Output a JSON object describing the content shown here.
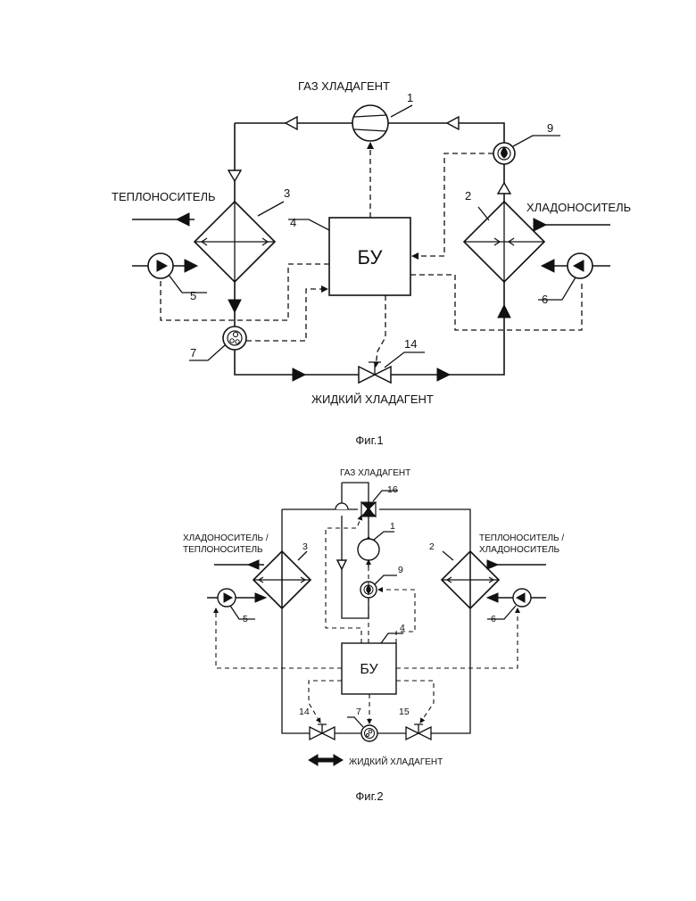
{
  "fig1": {
    "gas_label": "ГАЗ ХЛАДАГЕНТ",
    "liquid_label": "ЖИДКИЙ  ХЛАДАГЕНТ",
    "left_medium_label": "ТЕПЛОНОСИТЕЛЬ",
    "right_medium_label": "ХЛАДОНОСИТЕЛЬ",
    "control_unit_label": "БУ",
    "callouts": [
      "1",
      "2",
      "3",
      "4",
      "5",
      "6",
      "7",
      "9",
      "14"
    ],
    "caption": "Фиг.1"
  },
  "fig2": {
    "gas_label": "ГАЗ ХЛАДАГЕНТ",
    "liquid_label": "ЖИДКИЙ  ХЛАДАГЕНТ",
    "left_medium_line1": "ХЛАДОНОСИТЕЛЬ /",
    "left_medium_line2": "ТЕПЛОНОСИТЕЛЬ",
    "right_medium_line1": "ТЕПЛОНОСИТЕЛЬ /",
    "right_medium_line2": "ХЛАДОНОСИТЕЛЬ",
    "control_unit_label": "БУ",
    "callouts": [
      "1",
      "2",
      "3",
      "4",
      "5",
      "6",
      "7",
      "9",
      "14",
      "15",
      "16"
    ],
    "caption": "Фиг.2"
  }
}
